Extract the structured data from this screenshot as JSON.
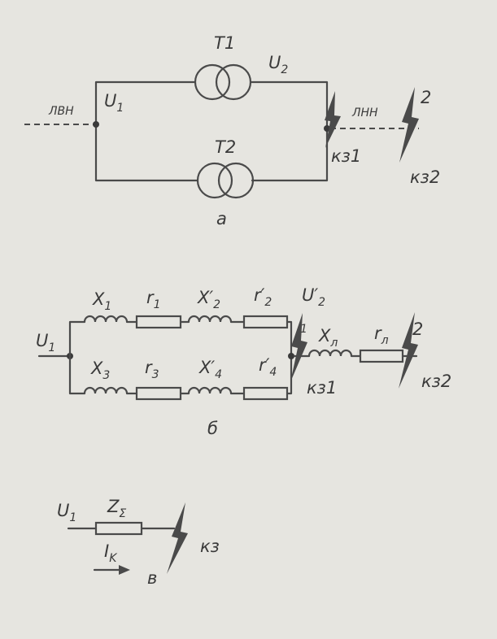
{
  "a": {
    "t1": "T1",
    "u2": "U",
    "u2_sub": "2",
    "u1": "U",
    "u1_sub": "1",
    "lvn": "ЛВН",
    "lnn": "ЛНН",
    "mark2": "2",
    "t2": "T2",
    "kz1": "кз1",
    "kz2": "кз2",
    "caption": "а"
  },
  "b": {
    "x1": "X",
    "x1_sub": "1",
    "r1": "r",
    "r1_sub": "1",
    "x2": "X′",
    "x2_sub": "2",
    "r2": "r′",
    "r2_sub": "2",
    "u2": "U′",
    "u2_sub": "2",
    "u1": "U",
    "u1_sub": "1",
    "x3": "X",
    "x3_sub": "3",
    "r3": "r",
    "r3_sub": "3",
    "x4": "X′",
    "x4_sub": "4",
    "r4": "r′",
    "r4_sub": "4",
    "xl": "X",
    "xl_sub": "л",
    "rl": "r",
    "rl_sub": "л",
    "mark1": "1",
    "mark2": "2",
    "kz1": "кз1",
    "kz2": "кз2",
    "caption": "б"
  },
  "c": {
    "u1": "U",
    "u1_sub": "1",
    "z": "Z",
    "z_sub": "Σ",
    "ik": "I",
    "ik_sub": "K",
    "kz": "кз",
    "caption": "в"
  }
}
